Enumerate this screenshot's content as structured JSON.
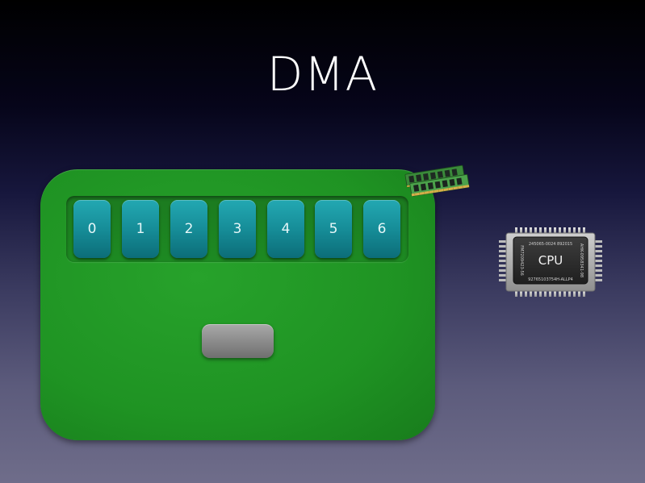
{
  "slide": {
    "title": "DMA"
  },
  "buffer": {
    "slots": [
      "0",
      "1",
      "2",
      "3",
      "4",
      "5",
      "6"
    ]
  },
  "cpu": {
    "label": "CPU",
    "top_text": "245065-0024 892015",
    "left_text": "FM7209423-56",
    "right_text": "AHK-0958341-98",
    "bottom_text": "92765103754H-ALLP4"
  },
  "colors": {
    "board": "#1f9323",
    "slot": "#168d98",
    "button": "#8c8c8c"
  },
  "icons": [
    "ram-module-icon",
    "cpu-chip-icon"
  ]
}
